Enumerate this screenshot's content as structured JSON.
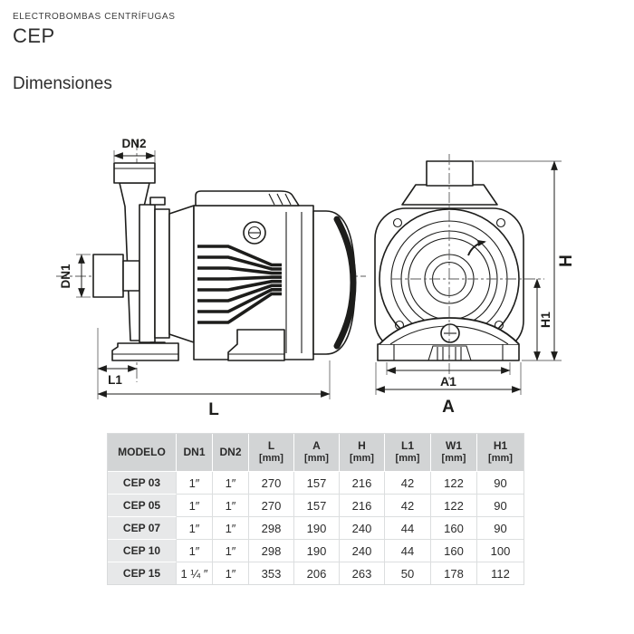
{
  "page": {
    "kicker": "ELECTROBOMBAS CENTRÍFUGAS",
    "product": "CEP",
    "section_title": "Dimensiones"
  },
  "diagram": {
    "side_view_labels": {
      "dn2": "DN2",
      "dn1": "DN1",
      "l1": "L1",
      "l": "L"
    },
    "front_view_labels": {
      "h": "H",
      "h1": "H1",
      "a1": "A1",
      "a": "A"
    },
    "line_color": "#1d1d1b"
  },
  "table": {
    "headers": [
      {
        "label": "MODELO",
        "unit": ""
      },
      {
        "label": "DN1",
        "unit": ""
      },
      {
        "label": "DN2",
        "unit": ""
      },
      {
        "label": "L",
        "unit": "[mm]"
      },
      {
        "label": "A",
        "unit": "[mm]"
      },
      {
        "label": "H",
        "unit": "[mm]"
      },
      {
        "label": "L1",
        "unit": "[mm]"
      },
      {
        "label": "W1",
        "unit": "[mm]"
      },
      {
        "label": "H1",
        "unit": "[mm]"
      }
    ],
    "rows": [
      {
        "model": "CEP 03",
        "values": [
          "1″",
          "1″",
          "270",
          "157",
          "216",
          "42",
          "122",
          "90"
        ]
      },
      {
        "model": "CEP 05",
        "values": [
          "1″",
          "1″",
          "270",
          "157",
          "216",
          "42",
          "122",
          "90"
        ]
      },
      {
        "model": "CEP 07",
        "values": [
          "1″",
          "1″",
          "298",
          "190",
          "240",
          "44",
          "160",
          "90"
        ]
      },
      {
        "model": "CEP 10",
        "values": [
          "1″",
          "1″",
          "298",
          "190",
          "240",
          "44",
          "160",
          "100"
        ]
      },
      {
        "model": "CEP 15",
        "values": [
          "1 ¼ ″",
          "1″",
          "353",
          "206",
          "263",
          "50",
          "178",
          "112"
        ]
      }
    ]
  },
  "colors": {
    "header_cell_bg": "#d2d4d5",
    "model_cell_bg": "#e7e8e9",
    "grid_line": "#dcdedf",
    "text": "#2b2b2b"
  }
}
